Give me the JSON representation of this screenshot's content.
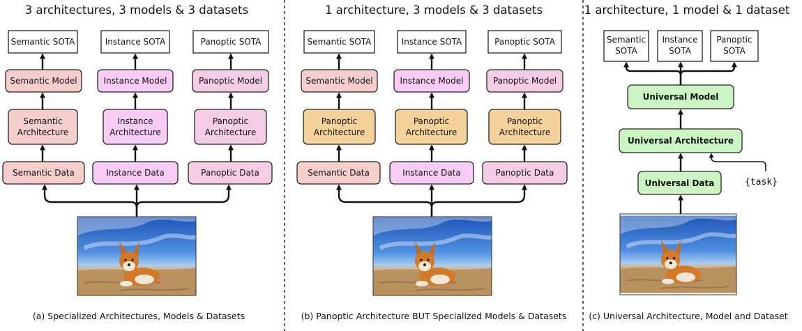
{
  "colors": {
    "semantic_text": "#9b0d1e",
    "instance_text": "#b81bb0",
    "panoptic_text": "#7e1460",
    "semantic_fill": "#f6cfcd",
    "instance_fill": "#f8ccf4",
    "panoptic_fill": "#f6cde6",
    "panoptic_arch_fill": "#f6d29b",
    "universal_fill": "#cbf6c3"
  },
  "panel_a": {
    "title": "3 architectures, 3 models & 3 datasets",
    "caption": "(a) Specialized Architectures, Models & Datasets",
    "sota": [
      "Semantic SOTA",
      "Instance SOTA",
      "Panoptic SOTA"
    ],
    "models": [
      "Semantic Model",
      "Instance Model",
      "Panoptic Model"
    ],
    "architectures": [
      [
        "Semantic",
        "Architecture"
      ],
      [
        "Instance",
        "Architecture"
      ],
      [
        "Panoptic",
        "Architecture"
      ]
    ],
    "data": [
      "Semantic Data",
      "Instance Data",
      "Panoptic Data"
    ]
  },
  "panel_b": {
    "title": "1 architecture, 3 models & 3 datasets",
    "caption": "(b) Panoptic Architecture BUT Specialized Models & Datasets",
    "sota": [
      "Semantic SOTA",
      "Instance SOTA",
      "Panoptic SOTA"
    ],
    "models": [
      "Semantic Model",
      "Instance Model",
      "Panoptic Model"
    ],
    "architectures": [
      [
        "Panoptic",
        "Architecture"
      ],
      [
        "Panoptic",
        "Architecture"
      ],
      [
        "Panoptic",
        "Architecture"
      ]
    ],
    "data": [
      "Semantic Data",
      "Instance Data",
      "Panoptic Data"
    ]
  },
  "panel_c": {
    "title": "1 architecture, 1 model & 1 dataset",
    "caption": "(c) Universal Architecture, Model and Dataset",
    "sota": [
      [
        "Semantic",
        "SOTA"
      ],
      [
        "Instance",
        "SOTA"
      ],
      [
        "Panoptic",
        "SOTA"
      ]
    ],
    "model": "Universal Model",
    "architecture": "Universal Architecture",
    "data": "Universal Data",
    "task_token": "{task}"
  }
}
